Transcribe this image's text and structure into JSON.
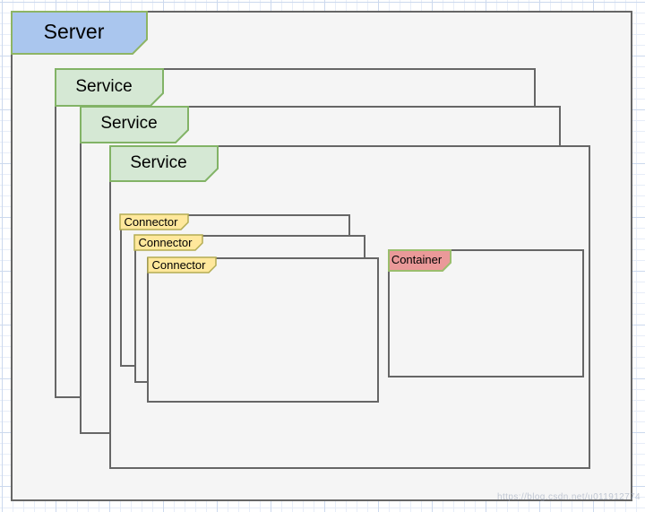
{
  "styles": {
    "server": {
      "fill": "#aac6ee",
      "stroke": "#8eb564"
    },
    "service": {
      "fill": "#d5e8d4",
      "stroke": "#82b366"
    },
    "connector": {
      "fill": "#ffe89c",
      "stroke": "#b3ac53"
    },
    "container": {
      "fill": "#ea9999",
      "stroke": "#9bbd6d"
    },
    "box": {
      "fill": "#f5f5f5",
      "stroke": "#666666"
    }
  },
  "nodes": {
    "server": {
      "label": "Server"
    },
    "services": [
      {
        "label": "Service"
      },
      {
        "label": "Service"
      },
      {
        "label": "Service"
      }
    ],
    "connectors": [
      {
        "label": "Connector"
      },
      {
        "label": "Connector"
      },
      {
        "label": "Connector"
      }
    ],
    "container": {
      "label": "Container"
    }
  },
  "watermark": {
    "text": "https://blog.csdn.net/u011912774"
  }
}
